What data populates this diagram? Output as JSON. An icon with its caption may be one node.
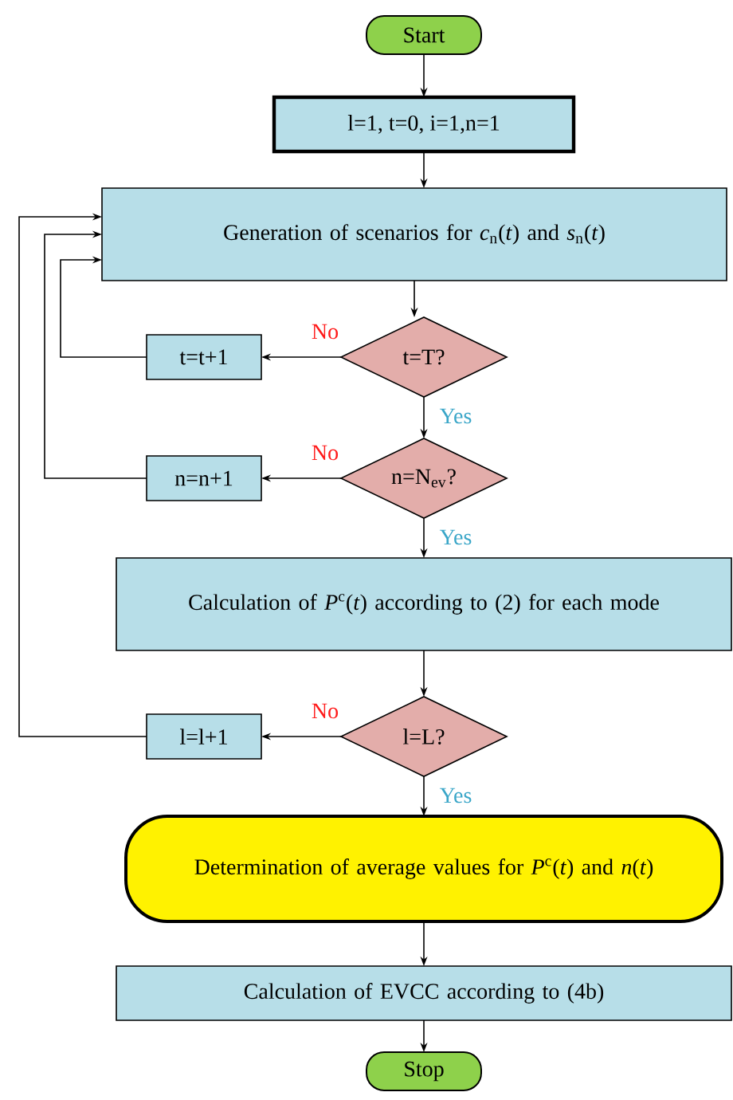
{
  "diagram": {
    "nodes": [
      {
        "text": [
          "Start"
        ]
      },
      {
        "text": [
          "l=1, t=0, i=1,n=1"
        ]
      },
      {
        "text": [
          "Generation of scenarios for *c*$_{n}$(*t*) and *s*$_{n}$(*t*)"
        ]
      },
      {
        "text": [
          "t=T?"
        ]
      },
      {
        "text": [
          "t=t+1"
        ]
      },
      {
        "text": [
          "n=N$_{ev}$?"
        ]
      },
      {
        "text": [
          "n=n+1"
        ]
      },
      {
        "text": [
          "Calculation of *P*$^{c}$(*t*) according to (2) for each mode"
        ]
      },
      {
        "text": [
          "l=L?"
        ]
      },
      {
        "text": [
          "l=l+1"
        ]
      },
      {
        "text": [
          "Determination of average values for *P*$^{c}$(*t*) and *n*(*t*)"
        ]
      },
      {
        "text": [
          "Calculation of EVCC according to (4b)"
        ]
      },
      {
        "text": [
          "Stop"
        ]
      }
    ],
    "edges": [
      {
        "from": 0,
        "to": 1,
        "arrow": "to"
      },
      {
        "from": 1,
        "to": 2,
        "arrow": "to"
      },
      {
        "from": 2,
        "to": 3,
        "arrow": "to"
      },
      {
        "from": 3,
        "to": 4,
        "arrow": "to",
        "label": "No"
      },
      {
        "from": 3,
        "to": 5,
        "arrow": "to",
        "label": "Yes"
      },
      {
        "from": 4,
        "to": 2,
        "arrow": "to"
      },
      {
        "from": 5,
        "to": 6,
        "arrow": "to",
        "label": "No"
      },
      {
        "from": 5,
        "to": 7,
        "arrow": "to",
        "label": "Yes"
      },
      {
        "from": 6,
        "to": 2,
        "arrow": "to"
      },
      {
        "from": 7,
        "to": 8,
        "arrow": "to"
      },
      {
        "from": 8,
        "to": 9,
        "arrow": "to",
        "label": "No"
      },
      {
        "from": 8,
        "to": 10,
        "arrow": "to",
        "label": "Yes"
      },
      {
        "from": 9,
        "to": 2,
        "arrow": "to"
      },
      {
        "from": 10,
        "to": 11,
        "arrow": "to"
      },
      {
        "from": 11,
        "to": 12,
        "arrow": "to"
      }
    ]
  }
}
